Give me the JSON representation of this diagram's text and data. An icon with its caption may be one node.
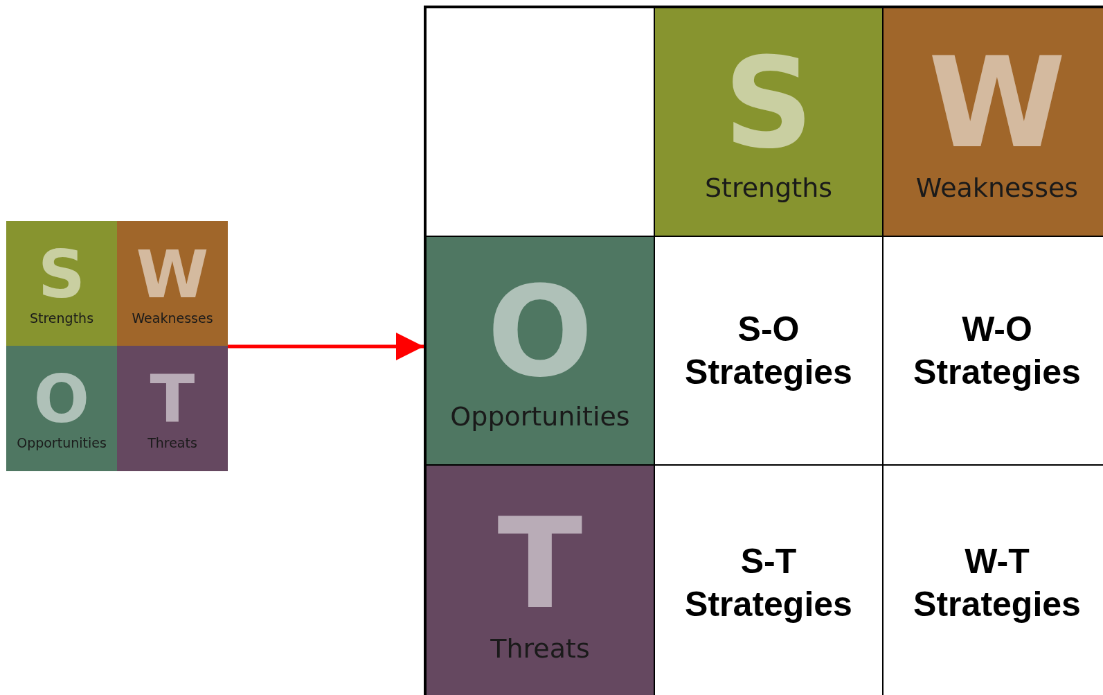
{
  "diagram": {
    "nodes": [
      {
        "text": [],
        "shape": "box"
      },
      {
        "text": [
          "S",
          "Strengths"
        ],
        "in": 0
      },
      {
        "text": [
          "W",
          "Weaknesses"
        ],
        "in": 0
      },
      {
        "text": [
          "O",
          "Opportunities"
        ],
        "in": 0
      },
      {
        "text": [
          "T",
          "Threats"
        ],
        "in": 0
      },
      {
        "text": [],
        "shape": "box"
      },
      {
        "text": [],
        "shape": "box",
        "in": 5
      },
      {
        "text": [
          "S",
          "Strengths"
        ],
        "in": 5
      },
      {
        "text": [
          "W",
          "Weaknesses"
        ],
        "in": 5
      },
      {
        "text": [
          "O",
          "Opportunities"
        ],
        "in": 5
      },
      {
        "text": [
          "S-O Strategies"
        ],
        "in": 5
      },
      {
        "text": [
          "W-O Strategies"
        ],
        "in": 5
      },
      {
        "text": [
          "T",
          "Threats"
        ],
        "in": 5
      },
      {
        "text": [
          "S-T Strategies"
        ],
        "in": 5
      },
      {
        "text": [
          "W-T Strategies"
        ],
        "in": 5
      }
    ],
    "edges": [
      {
        "from": 0,
        "to": 5,
        "arrow": "to",
        "color": "#ff0000"
      }
    ]
  }
}
